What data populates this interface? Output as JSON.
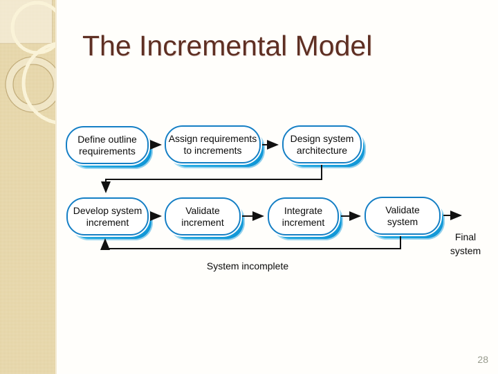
{
  "slide": {
    "title": "The Incremental Model",
    "page_number": "28"
  },
  "colors": {
    "title_text": "#5e2f23",
    "box_border_blue": "#157fc4",
    "box_shadow_cyan": "#29abe2",
    "sidebar_beige": "#e8d8aa",
    "arrow_black": "#111111",
    "page_number_gray": "#989b8d"
  },
  "diagram": {
    "boxes": [
      {
        "id": "define-outline-requirements",
        "label": "Define outline\nrequirements"
      },
      {
        "id": "assign-requirements-to-increments",
        "label": "Assign requirements\nto increments"
      },
      {
        "id": "design-system-architecture",
        "label": "Design system\narchitecture"
      },
      {
        "id": "develop-system-increment",
        "label": "Develop system\nincrement"
      },
      {
        "id": "validate-increment",
        "label": "Validate\nincrement"
      },
      {
        "id": "integrate-increment",
        "label": "Integrate\nincrement"
      },
      {
        "id": "validate-system",
        "label": "Validate\nsystem"
      }
    ],
    "labels": {
      "final_system": "Final\nsystem",
      "system_incomplete": "System incomplete"
    }
  }
}
